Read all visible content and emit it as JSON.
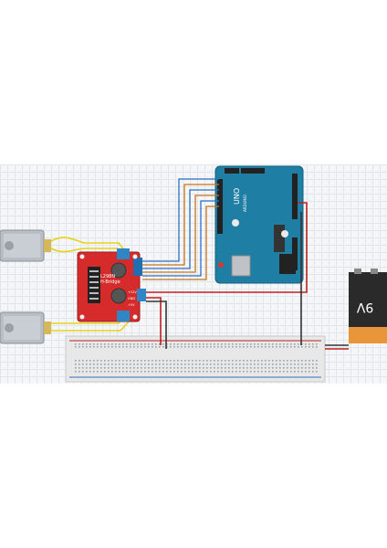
{
  "l298n": {
    "title_line1": "L298N",
    "title_line2": "H-Bridge",
    "pin_12v": "+12V",
    "pin_gnd": "GND",
    "pin_5v": "+5V"
  },
  "arduino": {
    "logo_text": "UNO",
    "brand_text": "ARDUINO"
  },
  "battery": {
    "label": "9V"
  },
  "colors": {
    "wire_blue": "#2f6fc0",
    "wire_orange": "#c8741e",
    "wire_red": "#c0201f",
    "wire_black": "#333333",
    "wire_yellow": "#e6d21a",
    "arduino_board": "#1f7ea3",
    "driver_board": "#d62b2b"
  }
}
